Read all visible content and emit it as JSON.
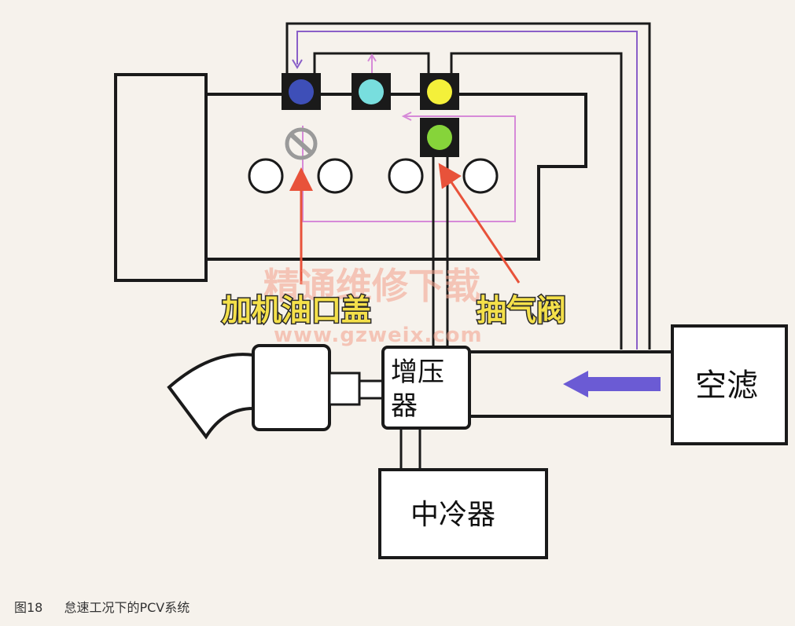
{
  "labels": {
    "air_filter": "空滤",
    "turbo_line1": "增压",
    "turbo_line2": "器",
    "intercooler": "中冷器",
    "oil_cap": "加机油口盖",
    "purge_valve": "抽气阀"
  },
  "watermark": {
    "text": "精通维修下载",
    "url": "www.gzweix.com"
  },
  "caption": {
    "figure": "图18",
    "title": "怠速工况下的PCV系统"
  },
  "colors": {
    "line": "#1a1a1a",
    "pipe_purple": "#8a5fc8",
    "pipe_pink": "#d68ad8",
    "arrow_red": "#e8523a",
    "flow_arrow": "#6b5bd4",
    "valve_blue": "#3e4fb8",
    "valve_cyan": "#78dede",
    "valve_yellow": "#f4f03a",
    "valve_green": "#86d43a",
    "cap_gray": "#9a9a9a",
    "label_yellow": "#f4e04a"
  }
}
